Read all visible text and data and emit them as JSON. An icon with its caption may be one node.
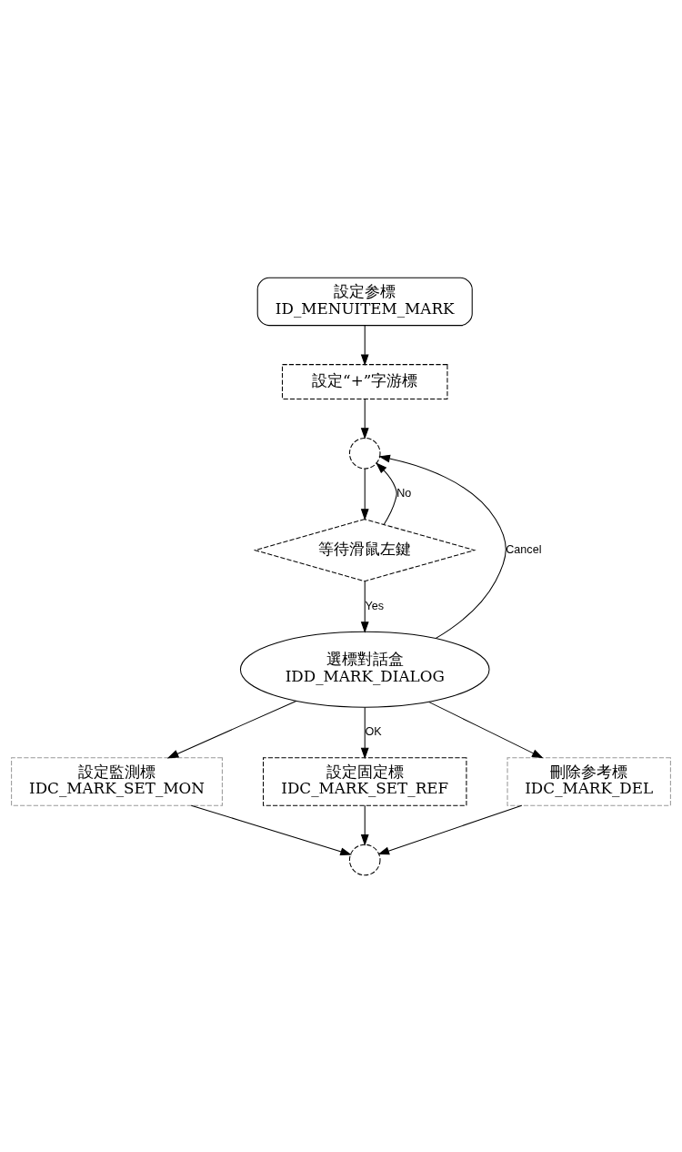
{
  "diagram": {
    "nodes": [
      {
        "text": [
          "設定参標",
          "ID_MENUITEM_MARK"
        ]
      },
      {
        "text": [
          "設定“+”字游標"
        ]
      },
      {
        "text": [],
        "shape": "circle"
      },
      {
        "text": [
          "等待滑鼠左鍵"
        ]
      },
      {
        "text": [
          "選標對話盒",
          "IDD_MARK_DIALOG"
        ]
      },
      {
        "text": [
          "設定監測標",
          "IDC_MARK_SET_MON"
        ]
      },
      {
        "text": [
          "設定固定標",
          "IDC_MARK_SET_REF"
        ]
      },
      {
        "text": [
          "刪除参考標",
          "IDC_MARK_DEL"
        ]
      },
      {
        "text": [],
        "shape": "circle"
      }
    ],
    "edges": [
      {
        "from": 0,
        "to": 1,
        "arrow": "to"
      },
      {
        "from": 1,
        "to": 2,
        "arrow": "to"
      },
      {
        "from": 2,
        "to": 3,
        "arrow": "to"
      },
      {
        "from": 3,
        "to": 2,
        "arrow": "to",
        "label": "No"
      },
      {
        "from": 3,
        "to": 4,
        "arrow": "to",
        "label": "Yes"
      },
      {
        "from": 4,
        "to": 2,
        "arrow": "to",
        "label": "Cancel"
      },
      {
        "from": 4,
        "to": 5,
        "arrow": "to"
      },
      {
        "from": 4,
        "to": 6,
        "arrow": "to",
        "label": "OK"
      },
      {
        "from": 4,
        "to": 7,
        "arrow": "to"
      },
      {
        "from": 5,
        "to": 8,
        "arrow": "to"
      },
      {
        "from": 6,
        "to": 8,
        "arrow": "to"
      },
      {
        "from": 7,
        "to": 8,
        "arrow": "to"
      }
    ]
  }
}
